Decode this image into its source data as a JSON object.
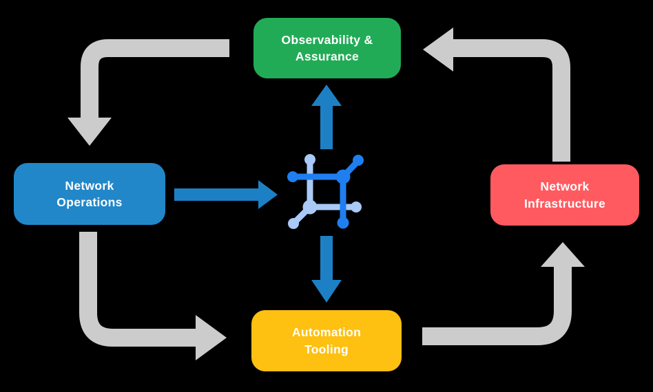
{
  "colors": {
    "background": "#000000",
    "node_green": "#22ab56",
    "node_blue": "#2187c9",
    "node_coral": "#ff5a5f",
    "node_yellow": "#fec011",
    "node_text": "#ffffff",
    "arrow_gray": "#cccccc",
    "arrow_blue": "#1e80c4",
    "icon_blue": "#1f7ff0",
    "icon_light_blue": "#a9c9f6"
  },
  "diagram": {
    "nodes": {
      "observability": {
        "label": "Observability &\nAssurance",
        "color": "#22ab56"
      },
      "operations": {
        "label": "Network\nOperations",
        "color": "#2187c9"
      },
      "infrastructure": {
        "label": "Network\nInfrastructure",
        "color": "#ff5a5f"
      },
      "tooling": {
        "label": "Automation\nTooling",
        "color": "#fec011"
      }
    },
    "center_icon": "network-nodes-icon",
    "flows": [
      {
        "from": "Observability & Assurance",
        "to": "Network Operations",
        "style": "gray"
      },
      {
        "from": "Network Operations",
        "to": "Automation Tooling",
        "style": "gray"
      },
      {
        "from": "Automation Tooling",
        "to": "Network Infrastructure",
        "style": "gray"
      },
      {
        "from": "Network Infrastructure",
        "to": "Observability & Assurance",
        "style": "gray"
      },
      {
        "from": "Network Operations",
        "to": "center-icon",
        "style": "blue"
      },
      {
        "from": "center-icon",
        "to": "Observability & Assurance",
        "style": "blue"
      },
      {
        "from": "center-icon",
        "to": "Automation Tooling",
        "style": "blue"
      }
    ]
  }
}
